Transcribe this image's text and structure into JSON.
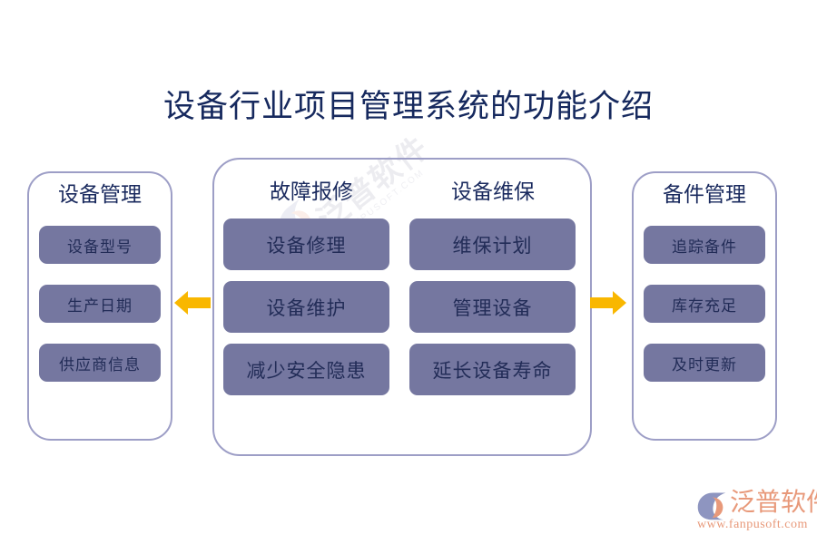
{
  "page": {
    "title": "设备行业项目管理系统的功能介绍",
    "background_color": "#ffffff",
    "title_color": "#16295e"
  },
  "theme": {
    "panel_border_color": "#9d9ec6",
    "chip_fill_color": "#7577a0",
    "chip_text_color": "#222c57",
    "heading_color": "#1a2a5e",
    "arrow_color": "#f9b700",
    "brand_color": "#e8997a"
  },
  "panels": {
    "left": {
      "heading": "设备管理",
      "items": [
        "设备型号",
        "生产日期",
        "供应商信息"
      ]
    },
    "center": {
      "columns": [
        {
          "heading": "故障报修",
          "items": [
            "设备修理",
            "设备维护",
            "减少安全隐患"
          ]
        },
        {
          "heading": "设备维保",
          "items": [
            "维保计划",
            "管理设备",
            "延长设备寿命"
          ]
        }
      ]
    },
    "right": {
      "heading": "备件管理",
      "items": [
        "追踪备件",
        "库存充足",
        "及时更新"
      ]
    }
  },
  "connectors": {
    "left_arrow": "arrow-left-icon",
    "right_arrow": "arrow-right-icon"
  },
  "watermark": {
    "text": "泛普软件",
    "url": "WWW.FANPUSOFT.COM"
  },
  "brand": {
    "name": "泛普软件",
    "url": "www.fanpusoft.com"
  }
}
